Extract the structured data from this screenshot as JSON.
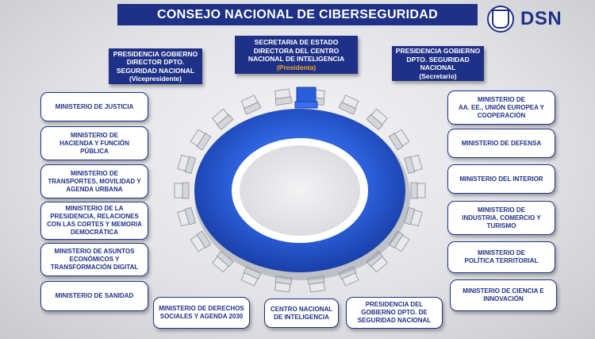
{
  "title": "CONSEJO NACIONAL DE CIBERSEGURIDAD",
  "logo": {
    "text": "DSN",
    "seal_icon": "coat-of-arms-icon"
  },
  "colors": {
    "navy": "#1f3187",
    "ring_blue": "#2b5fd9",
    "accent": "#f5a623",
    "box_border": "#1f3187"
  },
  "top_boxes": {
    "vicepresidente": {
      "lines": [
        "PRESIDENCIA GOBIERNO",
        "DIRECTOR DPTO.",
        "SEGURIDAD NACIONAL"
      ],
      "role": "(Vicepresidente)"
    },
    "presidenta": {
      "lines": [
        "SECRETARIA DE ESTADO",
        "DIRECTORA DEL CENTRO",
        "NACIONAL DE INTELIGENCIA"
      ],
      "role": "(Presidenta)"
    },
    "secretario": {
      "lines": [
        "PRESIDENCIA GOBIERNO",
        "DPTO. SEGURIDAD",
        "NACIONAL"
      ],
      "role": "(Secretario)"
    }
  },
  "left_boxes": [
    {
      "lines": [
        "MINISTERIO DE JUSTICIA"
      ]
    },
    {
      "lines": [
        "MINISTERIO DE",
        "HACIENDA Y FUNCIÓN",
        "PÚBLICA"
      ]
    },
    {
      "lines": [
        "MINISTERIO DE",
        "TRANSPORTES, MOVILIDAD Y",
        "AGENDA URBANA"
      ]
    },
    {
      "lines": [
        "MINISTERIO DE LA",
        "PRESIDENCIA, RELACIONES",
        "CON LAS CORTES Y MEMORIA",
        "DEMOCRÁTICA"
      ]
    },
    {
      "lines": [
        "MINISTERIO DE ASUNTOS",
        "ECONÓMICOS Y",
        "TRANSFORMACIÓN DIGITAL"
      ]
    },
    {
      "lines": [
        "MINISTERIO DE SANIDAD"
      ]
    }
  ],
  "right_boxes": [
    {
      "lines": [
        "MINISTERIO DE",
        "AA. EE., UNIÓN EUROPEA Y",
        "COOPERACIÓN"
      ]
    },
    {
      "lines": [
        "MINISTERIO DE DEFENSA"
      ]
    },
    {
      "lines": [
        "MINISTERIO DEL INTERIOR"
      ]
    },
    {
      "lines": [
        "MINISTERIO DE",
        "INDUSTRIA, COMERCIO Y",
        "TURISMO"
      ]
    },
    {
      "lines": [
        "MINISTERIO DE",
        "POLÍTICA TERRITORIAL"
      ]
    },
    {
      "lines": [
        "MINISTERIO DE CIENCIA E",
        "INNOVACIÓN"
      ]
    }
  ],
  "bottom_boxes": [
    {
      "lines": [
        "MINISTERIO DE DERECHOS",
        "SOCIALES Y AGENDA 2030"
      ]
    },
    {
      "lines": [
        "CENTRO NACIONAL",
        "DE INTELIGENCIA"
      ]
    },
    {
      "lines": [
        "PRESIDENCIA DEL",
        "GOBIERNO DPTO. DE",
        "SEGURIDAD NACIONAL"
      ]
    }
  ]
}
